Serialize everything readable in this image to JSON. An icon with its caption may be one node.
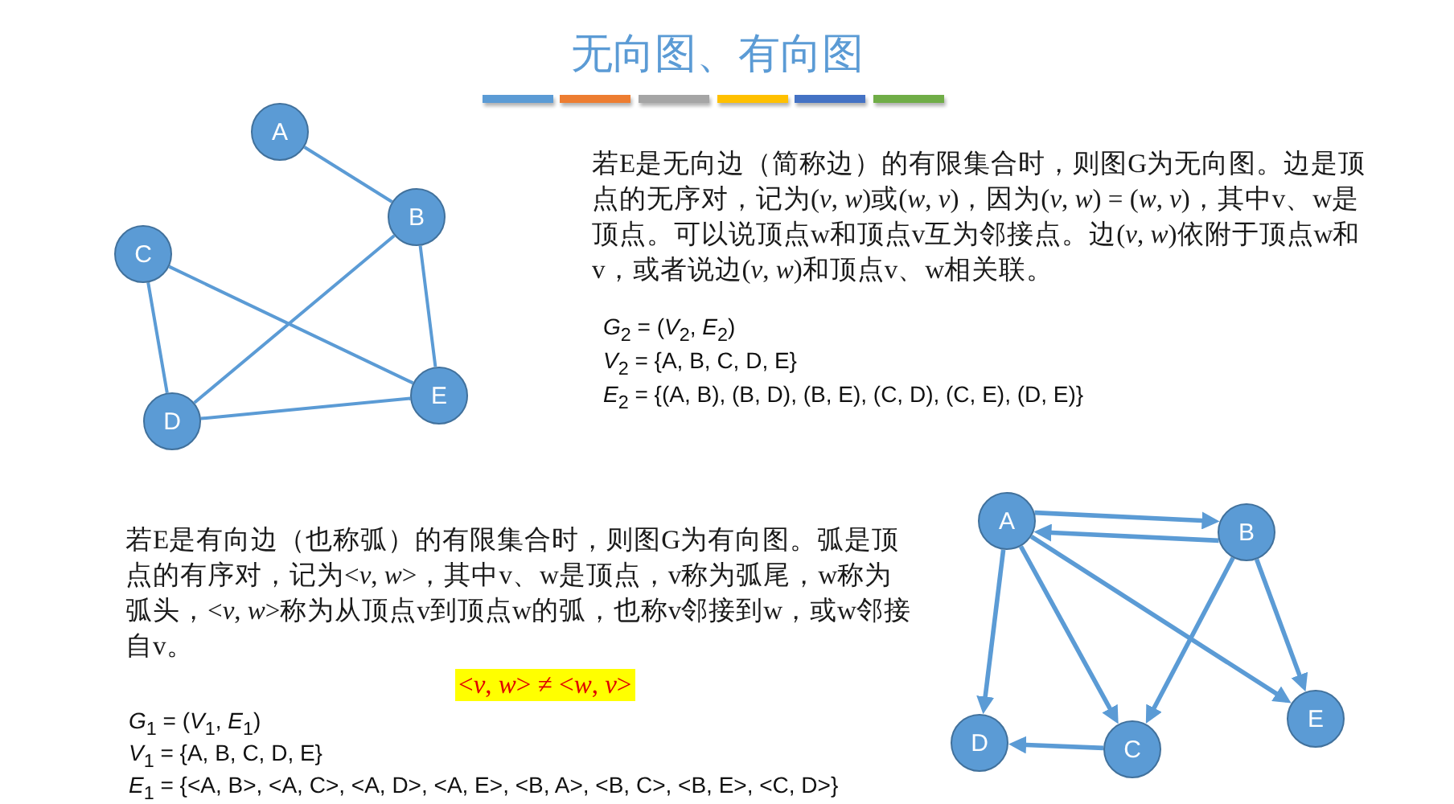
{
  "diagram": {
    "title": "无向图、有向图",
    "nodes": [
      {
        "text": [
          "A"
        ]
      },
      {
        "text": [
          "B"
        ]
      },
      {
        "text": [
          "C"
        ]
      },
      {
        "text": [
          "D"
        ]
      },
      {
        "text": [
          "E"
        ]
      },
      {
        "text": [
          "A"
        ]
      },
      {
        "text": [
          "B"
        ]
      },
      {
        "text": [
          "C"
        ]
      },
      {
        "text": [
          "D"
        ]
      },
      {
        "text": [
          "E"
        ]
      }
    ],
    "edges": [
      {
        "from": 0,
        "to": 1,
        "arrow": "none"
      },
      {
        "from": 1,
        "to": 3,
        "arrow": "none"
      },
      {
        "from": 1,
        "to": 4,
        "arrow": "none"
      },
      {
        "from": 2,
        "to": 3,
        "arrow": "none"
      },
      {
        "from": 2,
        "to": 4,
        "arrow": "none"
      },
      {
        "from": 3,
        "to": 4,
        "arrow": "none"
      },
      {
        "from": 5,
        "to": 6,
        "arrow": "to"
      },
      {
        "from": 5,
        "to": 7,
        "arrow": "to"
      },
      {
        "from": 5,
        "to": 8,
        "arrow": "to"
      },
      {
        "from": 5,
        "to": 9,
        "arrow": "to"
      },
      {
        "from": 6,
        "to": 5,
        "arrow": "to"
      },
      {
        "from": 6,
        "to": 7,
        "arrow": "to"
      },
      {
        "from": 6,
        "to": 9,
        "arrow": "to"
      },
      {
        "from": 7,
        "to": 8,
        "arrow": "to"
      }
    ],
    "labels": [
      "若E是无向边（简称边）的有限集合时，则图G为无向图。边是顶点的无序对，记为(*v*, *w*)或(*w*, *v*)，因为(*v*, *w*) = (*w*, *v*)，其中v、w是顶点。可以说顶点w和顶点v互为邻接点。边(*v*, *w*)依附于顶点w和v，或者说边(*v*, *w*)和顶点v、w相关联。",
      "*G*$_{2}$ = (*V*$_{2}$, *E*$_{2}$)",
      "*V*$_{2}$ = {A, B, C, D, E}",
      "*E*$_{2}$ = {(A, B), (B, D), (B, E), (C, D), (C, E), (D, E)}",
      "若E是有向边（也称弧）的有限集合时，则图G为有向图。弧是顶点的有序对，记为<*v*, *w*>，其中v、w是顶点，v称为弧尾，w称为弧头，<*v*, *w*>称为从顶点v到顶点w的弧，也称v邻接到w，或w邻接自v。",
      "<*v*, *w*> ≠ <*w*, *v*>",
      "*G*$_{1}$ = (*V*$_{1}$, *E*$_{1}$)",
      "*V*$_{1}$ = {A, B, C, D, E}",
      "*E*$_{1}$ = {<A, B>, <A, C>, <A, D>, <A, E>, <B, A>, <B, C>, <B, E>, <C, D>}"
    ]
  }
}
